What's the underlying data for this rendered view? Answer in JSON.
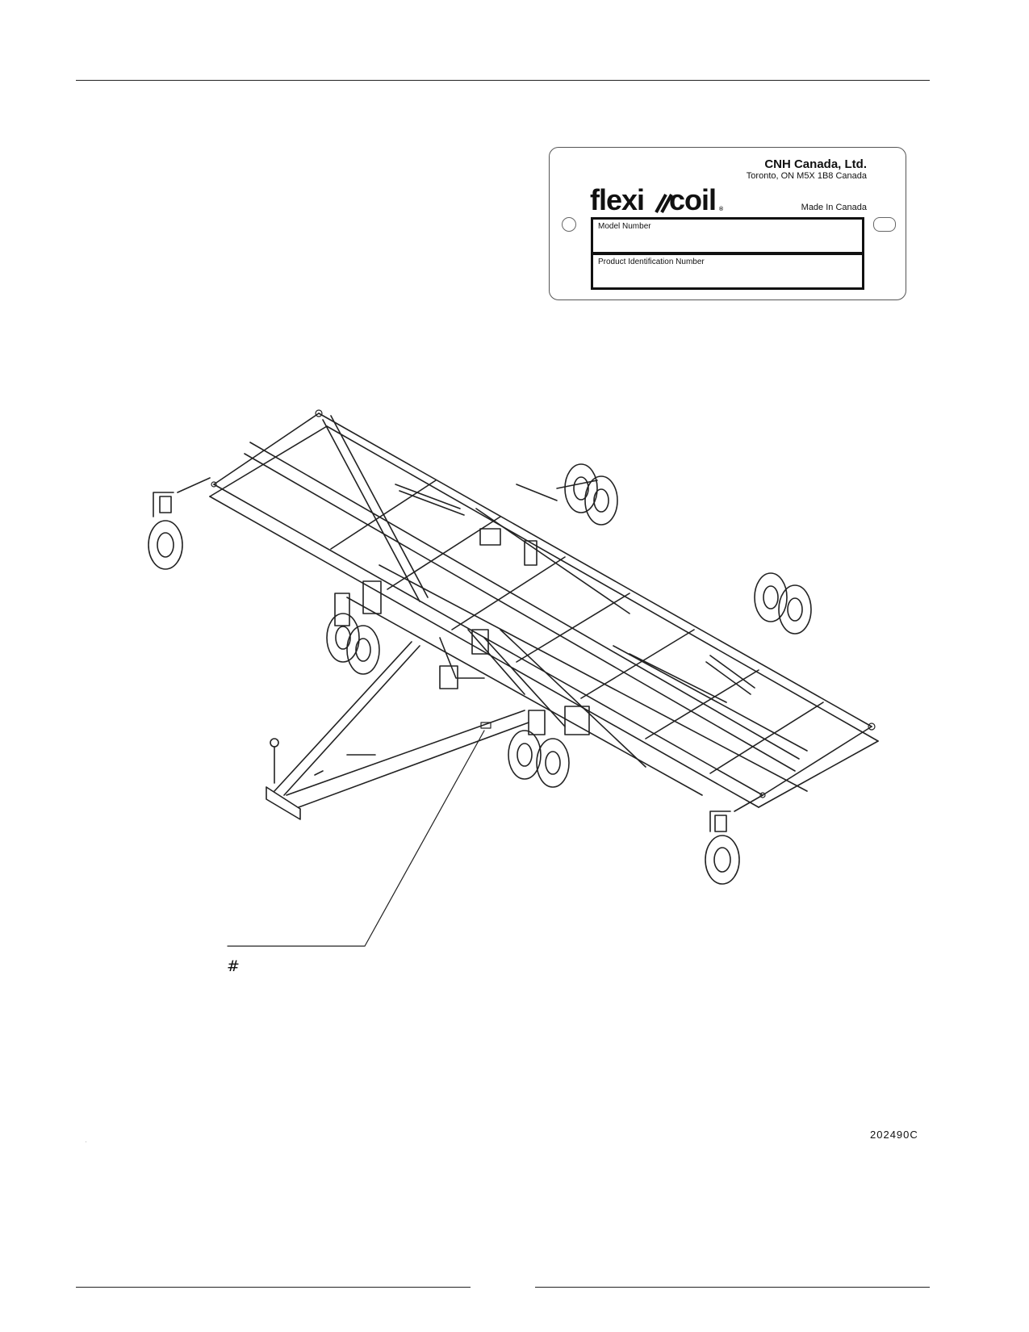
{
  "plate": {
    "company": "CNH Canada, Ltd.",
    "address": "Toronto, ON M5X 1B8 Canada",
    "brand": "Flexi-coil",
    "registered": "®",
    "made_in": "Made In Canada",
    "model_label": "Model Number",
    "pin_label": "Product Identification Number"
  },
  "callout": {
    "mark": "#"
  },
  "figure": {
    "drawing_number": "202490C"
  },
  "icons": {
    "drawing": "field-cultivator-line-drawing",
    "logo": "flexicoil-logo"
  }
}
